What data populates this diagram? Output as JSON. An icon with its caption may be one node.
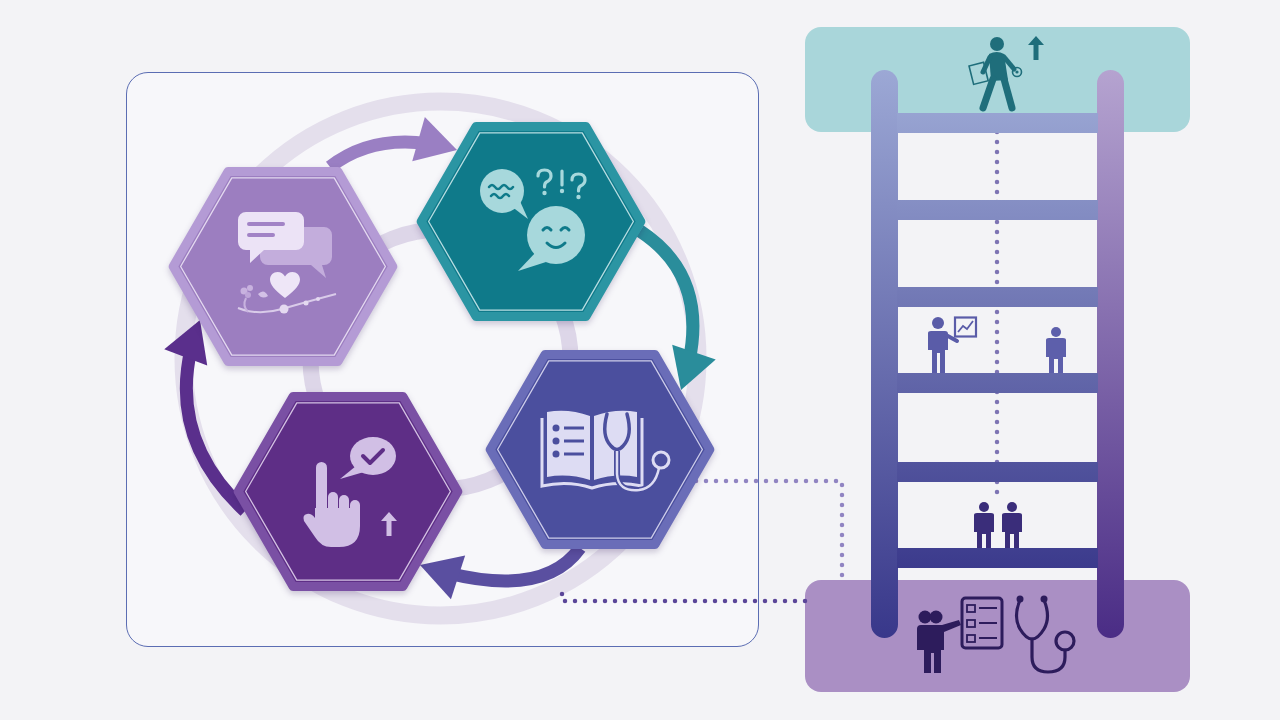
{
  "diagram": {
    "nodes": [
      {
        "text": [],
        "shape": "box"
      },
      {
        "text": [],
        "shape": "hexagon",
        "in": 0
      },
      {
        "text": [],
        "shape": "hexagon",
        "in": 0
      },
      {
        "text": [],
        "shape": "hexagon",
        "in": 0
      },
      {
        "text": [],
        "shape": "hexagon",
        "in": 0
      },
      {
        "text": [],
        "shape": "box"
      },
      {
        "text": [],
        "shape": "person"
      },
      {
        "text": [],
        "shape": "box"
      }
    ],
    "edges": [
      {
        "from": 1,
        "to": 2,
        "arrow": "to",
        "color": "#9a7fc3"
      },
      {
        "from": 2,
        "to": 4,
        "arrow": "to",
        "color": "#2a8d9b"
      },
      {
        "from": 4,
        "to": 3,
        "arrow": "to",
        "color": "#5a4fa0"
      },
      {
        "from": 3,
        "to": 1,
        "arrow": "to",
        "color": "#5a2f8c"
      },
      {
        "from": 4,
        "to": 7,
        "arrow": "none",
        "style": "dashed",
        "color": "#9084c2"
      },
      {
        "from": 7,
        "to": null,
        "arrow": "none",
        "style": "dashed",
        "color": "#5b4699"
      },
      {
        "from": 5,
        "to": 6,
        "arrow": "none",
        "style": "dashed",
        "color": "#7d74b4"
      }
    ]
  }
}
